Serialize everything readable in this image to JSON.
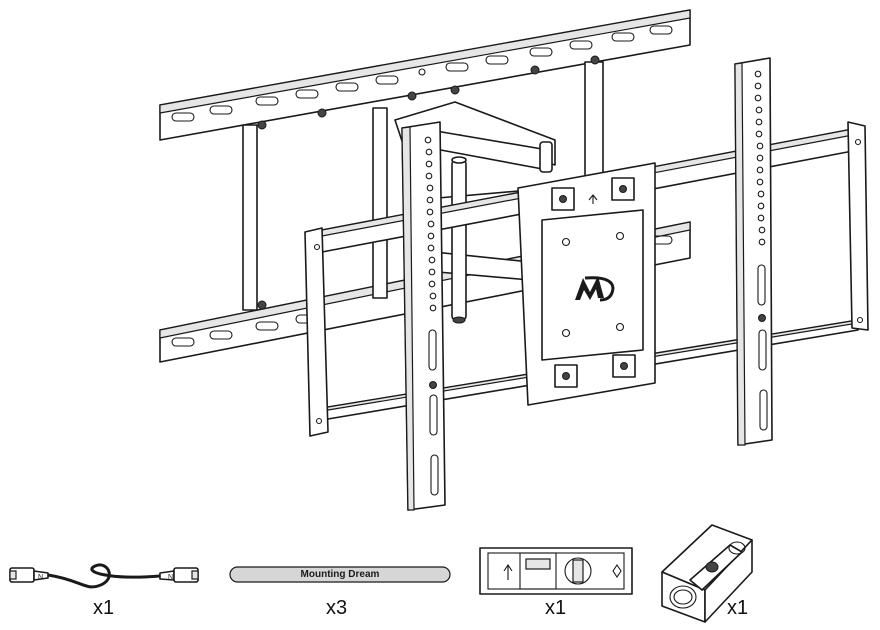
{
  "mount": {
    "logo": "M"
  },
  "accessories": [
    {
      "name": "hdmi-cable",
      "quantity": "x1"
    },
    {
      "name": "strap",
      "label": "Mounting Dream",
      "quantity": "x3"
    },
    {
      "name": "spirit-level",
      "quantity": "x1"
    },
    {
      "name": "cube-level",
      "quantity": "x1"
    }
  ],
  "colors": {
    "line": "#1a1a1a",
    "fill": "#ffffff",
    "shade": "#e6e6e6",
    "dark": "#555555"
  }
}
